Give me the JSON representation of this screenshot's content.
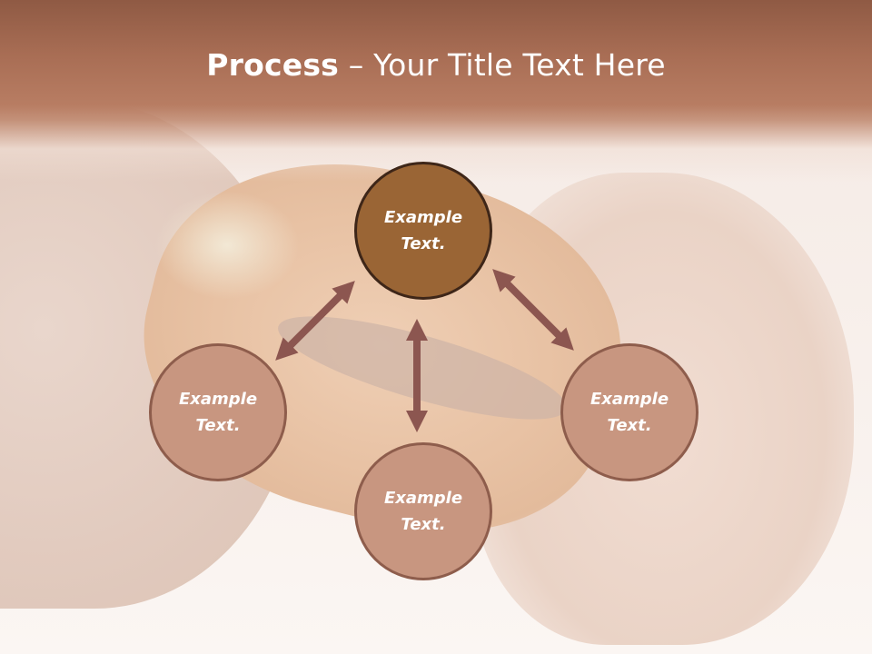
{
  "slide": {
    "title_bold": "Process",
    "title_rest": " – Your Title Text Here"
  },
  "diagram": {
    "nodes": [
      {
        "id": "top",
        "text": "Example Text.",
        "style": "dark"
      },
      {
        "id": "left",
        "text": "Example Text.",
        "style": "light"
      },
      {
        "id": "right",
        "text": "Example Text.",
        "style": "light"
      },
      {
        "id": "bottom",
        "text": "Example Text.",
        "style": "light"
      }
    ],
    "arrows": [
      {
        "from": "top",
        "to": "left",
        "type": "double-headed"
      },
      {
        "from": "top",
        "to": "right",
        "type": "double-headed"
      },
      {
        "from": "top",
        "to": "bottom",
        "type": "double-headed"
      }
    ]
  },
  "colors": {
    "title_band": "#a86d54",
    "node_dark_fill": "#9a6535",
    "node_light_fill": "#c89680",
    "arrow": "#8c5650",
    "text": "#ffffff"
  }
}
